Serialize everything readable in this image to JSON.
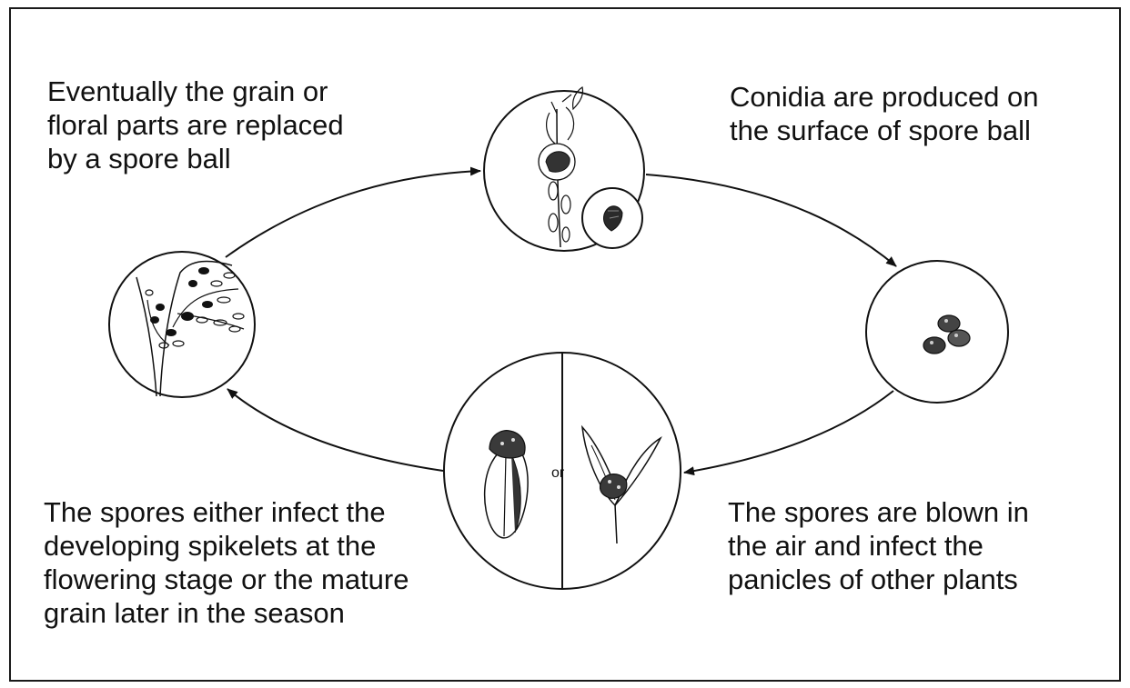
{
  "captions": {
    "top_left": "Eventually the grain or\nfloral parts are replaced\nby a spore ball",
    "top_right": "Conidia are produced on\nthe surface of spore ball",
    "bottom_left": "The spores either infect the\ndeveloping spikelets at the\nflowering stage or the mature\ngrain later in the season",
    "bottom_right": "The spores are blown in\nthe air and infect the\npanicles of other plants"
  },
  "stages": {
    "or_label": "or"
  },
  "icons": {
    "panicle": "infected-panicle-icon",
    "spore_ball": "spore-ball-icon",
    "spores": "spores-icon",
    "grain": "infected-grain-icon",
    "spikelet": "infected-spikelet-icon"
  }
}
